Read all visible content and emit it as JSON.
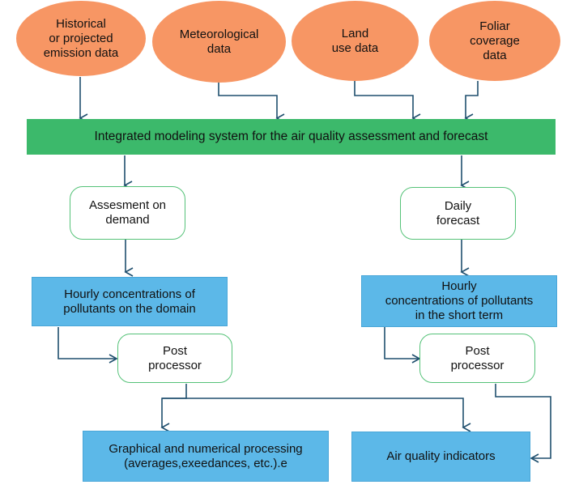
{
  "sources": {
    "emission": "Historical\nor projected\nemission data",
    "meteo": "Meteorological\ndata",
    "land": "Land\nuse data",
    "foliar": "Foliar\ncoverage\ndata"
  },
  "system": "Integrated modeling system for the air quality assessment and forecast",
  "left": {
    "mode": "Assesment on\ndemand",
    "output": "Hourly concentrations of\npollutants on the domain",
    "post": "Post\nprocessor"
  },
  "right": {
    "mode": "Daily\nforecast",
    "output": "Hourly\nconcentrations of pollutants\nin the short term",
    "post": "Post\nprocessor"
  },
  "results": {
    "graphical": "Graphical and numerical processing\n(averages,exeedances, etc.).e",
    "indicators": "Air quality indicators"
  },
  "colors": {
    "source_fill": "#f79664",
    "system_fill": "#3cb96b",
    "mode_border": "#55c278",
    "output_fill": "#5cb8e8",
    "arrow": "#1f4f6e"
  }
}
